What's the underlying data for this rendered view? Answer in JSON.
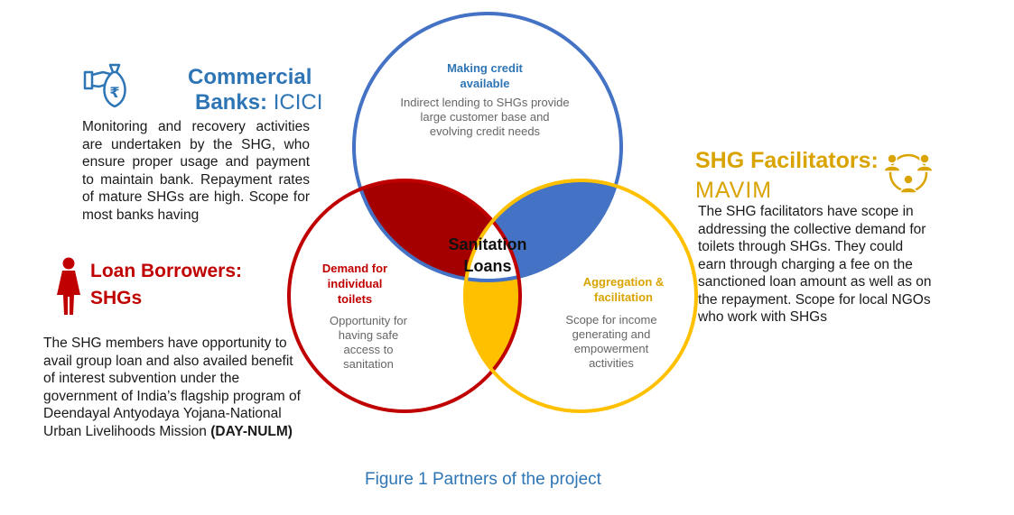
{
  "banks": {
    "title_line1": "Commercial",
    "title_line2_bold": "Banks:",
    "title_line2_rest": " ICICI",
    "description": "Monitoring and recovery activities are undertaken by the SHG, who ensure proper usage and payment to maintain bank. Repayment rates of mature SHGs are high. Scope for most banks having"
  },
  "borrowers": {
    "title_line1": "Loan Borrowers:",
    "title_line2": "SHGs",
    "description_plain": "The SHG members have opportunity to avail group loan and also availed benefit of interest subvention under the government of India’s flagship program of  Deendayal Antyodaya Yojana-National Urban Livelihoods Mission ",
    "description_bold": "(DAY-NULM)"
  },
  "facilitators": {
    "title_line1": "SHG Facilitators:",
    "title_line2": "MAVIM",
    "description": "The SHG facilitators have scope in addressing the collective demand for toilets through SHGs. They could earn through charging a fee on the sanctioned loan amount as well as on the repayment. Scope for local NGOs who work with SHGs"
  },
  "venn": {
    "center_line1": "Sanitation",
    "center_line2": "Loans",
    "top": {
      "heading": "Making credit available",
      "body": "Indirect lending to SHGs provide large customer base and evolving credit needs"
    },
    "left": {
      "heading": "Demand for individual toilets",
      "body": "Opportunity for having safe access to sanitation"
    },
    "right": {
      "heading": "Aggregation & facilitation",
      "body": "Scope for income generating and empowerment activities"
    },
    "colors": {
      "blue": "#4472c4",
      "red": "#c00000",
      "yellow": "#ffc000",
      "dark_red": "#a50000"
    }
  },
  "icons": {
    "banks": "money-bag-hand-icon",
    "borrowers": "woman-icon",
    "facilitators": "people-network-icon"
  },
  "caption": "Figure 1 Partners of the project"
}
